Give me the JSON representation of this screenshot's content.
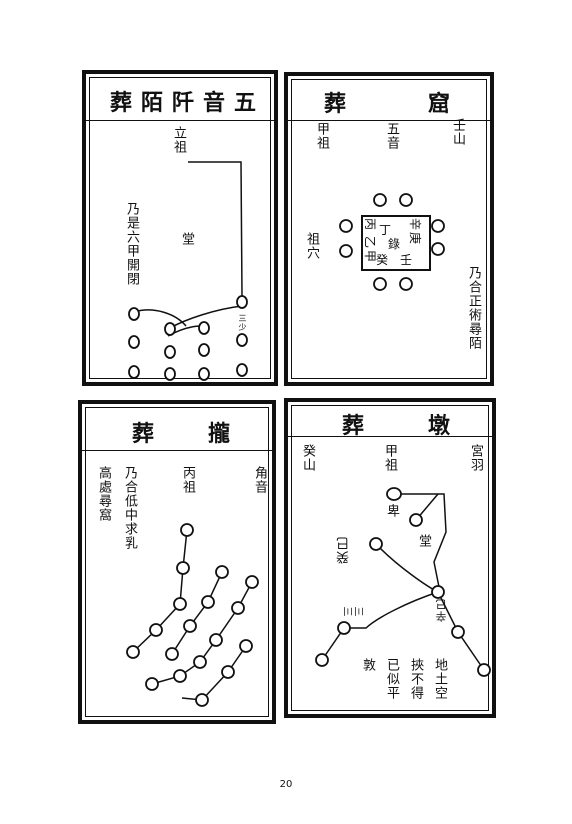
{
  "page_number": "20",
  "panels": [
    {
      "title": "葬陌阡音五",
      "labels": [
        "立祖",
        "乃是六甲開閉",
        "堂",
        "三少"
      ]
    },
    {
      "title_left": "葬",
      "title_right": "窟",
      "labels": [
        "甲祖",
        "五音",
        "壬山",
        "祖穴",
        "乃合正術尋陌"
      ],
      "center_chars": [
        "丁",
        "丙",
        "辛",
        "庚",
        "乙",
        "甲",
        "錄",
        "癸",
        "壬"
      ]
    },
    {
      "title_left": "葬",
      "title_right": "攏",
      "labels": [
        "高處尋窩",
        "乃合低中求乳",
        "丙祖",
        "角音"
      ]
    },
    {
      "title_left": "葬",
      "title_right": "墩",
      "labels": [
        "癸山",
        "甲祖",
        "宮羽",
        "卑",
        "堂",
        "癸巳",
        "辛巳",
        "三三",
        "地土空",
        "挾不得",
        "已似平",
        "敦"
      ]
    }
  ]
}
